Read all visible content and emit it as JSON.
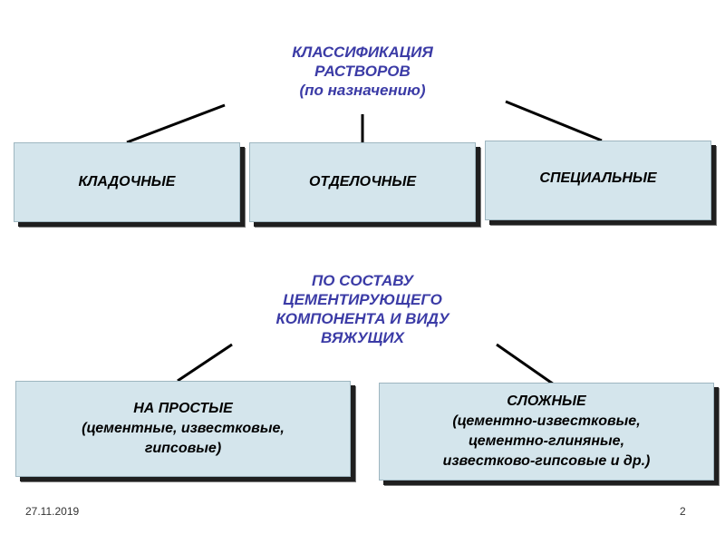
{
  "top": {
    "title_lines": [
      "КЛАССИФИКАЦИЯ",
      "РАСТВОРОВ"
    ],
    "subtitle": "(по назначению)",
    "boxes": [
      "КЛАДОЧНЫЕ",
      "ОТДЕЛОЧНЫЕ",
      "СПЕЦИАЛЬНЫЕ"
    ]
  },
  "bottom": {
    "title_lines": [
      "ПО СОСТАВУ",
      "ЦЕМЕНТИРУЮЩЕГО",
      "КОМПОНЕНТА И ВИДУ",
      "ВЯЖУЩИХ"
    ],
    "left_box_lines": [
      "НА ПРОСТЫЕ",
      "(цементные, известковые,",
      "гипсовые)"
    ],
    "right_box_lines": [
      "СЛОЖНЫЕ",
      "(цементно-известковые,",
      "цементно-глиняные,",
      "известково-гипсовые и др.)"
    ]
  },
  "footer": {
    "date": "27.11.2019",
    "page_number": "2"
  },
  "colors": {
    "title_text": "#3b3ba6",
    "box_fill": "#d4e5ec",
    "box_shadow": "#1f1f1f",
    "connector": "#000000"
  }
}
